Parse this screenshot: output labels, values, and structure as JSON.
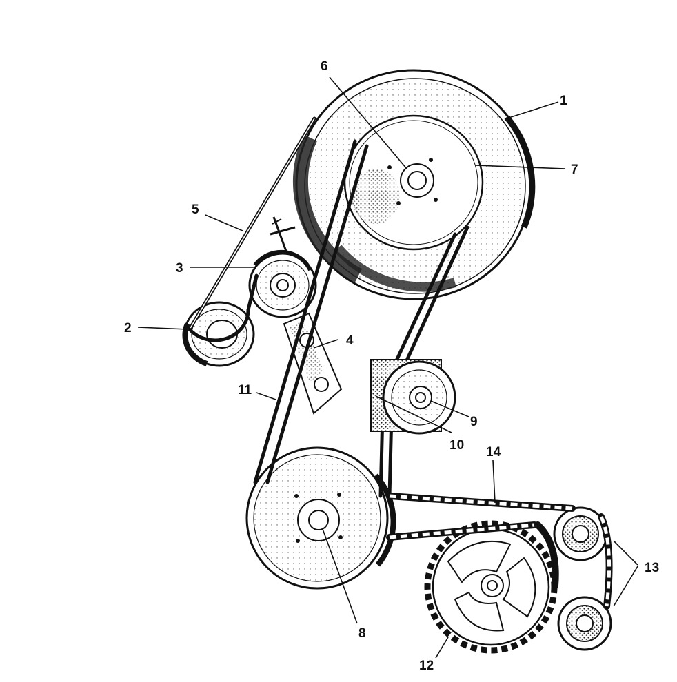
{
  "diagram": {
    "callouts": [
      {
        "id": "c1",
        "label": "1"
      },
      {
        "id": "c2",
        "label": "2"
      },
      {
        "id": "c3",
        "label": "3"
      },
      {
        "id": "c4",
        "label": "4"
      },
      {
        "id": "c5",
        "label": "5"
      },
      {
        "id": "c6",
        "label": "6"
      },
      {
        "id": "c7",
        "label": "7"
      },
      {
        "id": "c8",
        "label": "8"
      },
      {
        "id": "c9",
        "label": "9"
      },
      {
        "id": "c10",
        "label": "10"
      },
      {
        "id": "c11",
        "label": "11"
      },
      {
        "id": "c12",
        "label": "12"
      },
      {
        "id": "c13",
        "label": "13"
      },
      {
        "id": "c14",
        "label": "14"
      }
    ],
    "colors": {
      "ink": "#111111",
      "shade": "#3a3a3a",
      "paper": "#ffffff"
    }
  }
}
